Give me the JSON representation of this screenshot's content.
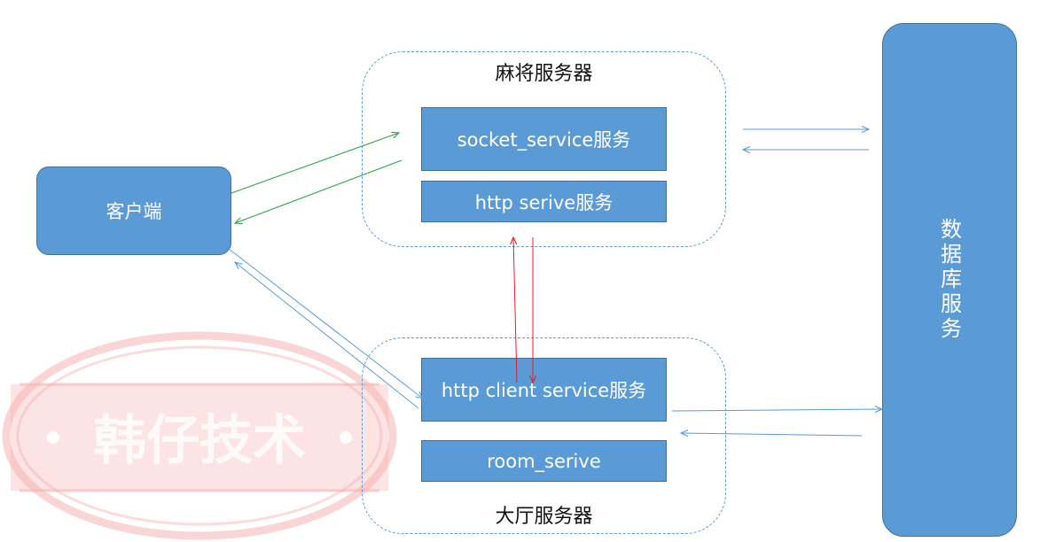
{
  "diagram": {
    "mahjong_server": {
      "title": "麻将服务器",
      "socket_service": "socket_service服务",
      "http_service": "http serive服务"
    },
    "client": "客户端",
    "lobby_server": {
      "title": "大厅服务器",
      "http_client_service": "http client service服务",
      "room_service": "room_serive"
    },
    "database": "数据库服务",
    "watermark": "韩仔技术"
  },
  "colors": {
    "box_fill": "#5b9bd5",
    "box_border": "#41719c",
    "dashed_border": "#5b9bd5",
    "green_arrow": "#2ea043",
    "red_arrow": "#e0202a",
    "blue_arrow": "#5b9bd5",
    "watermark": "#f4a3a3"
  }
}
